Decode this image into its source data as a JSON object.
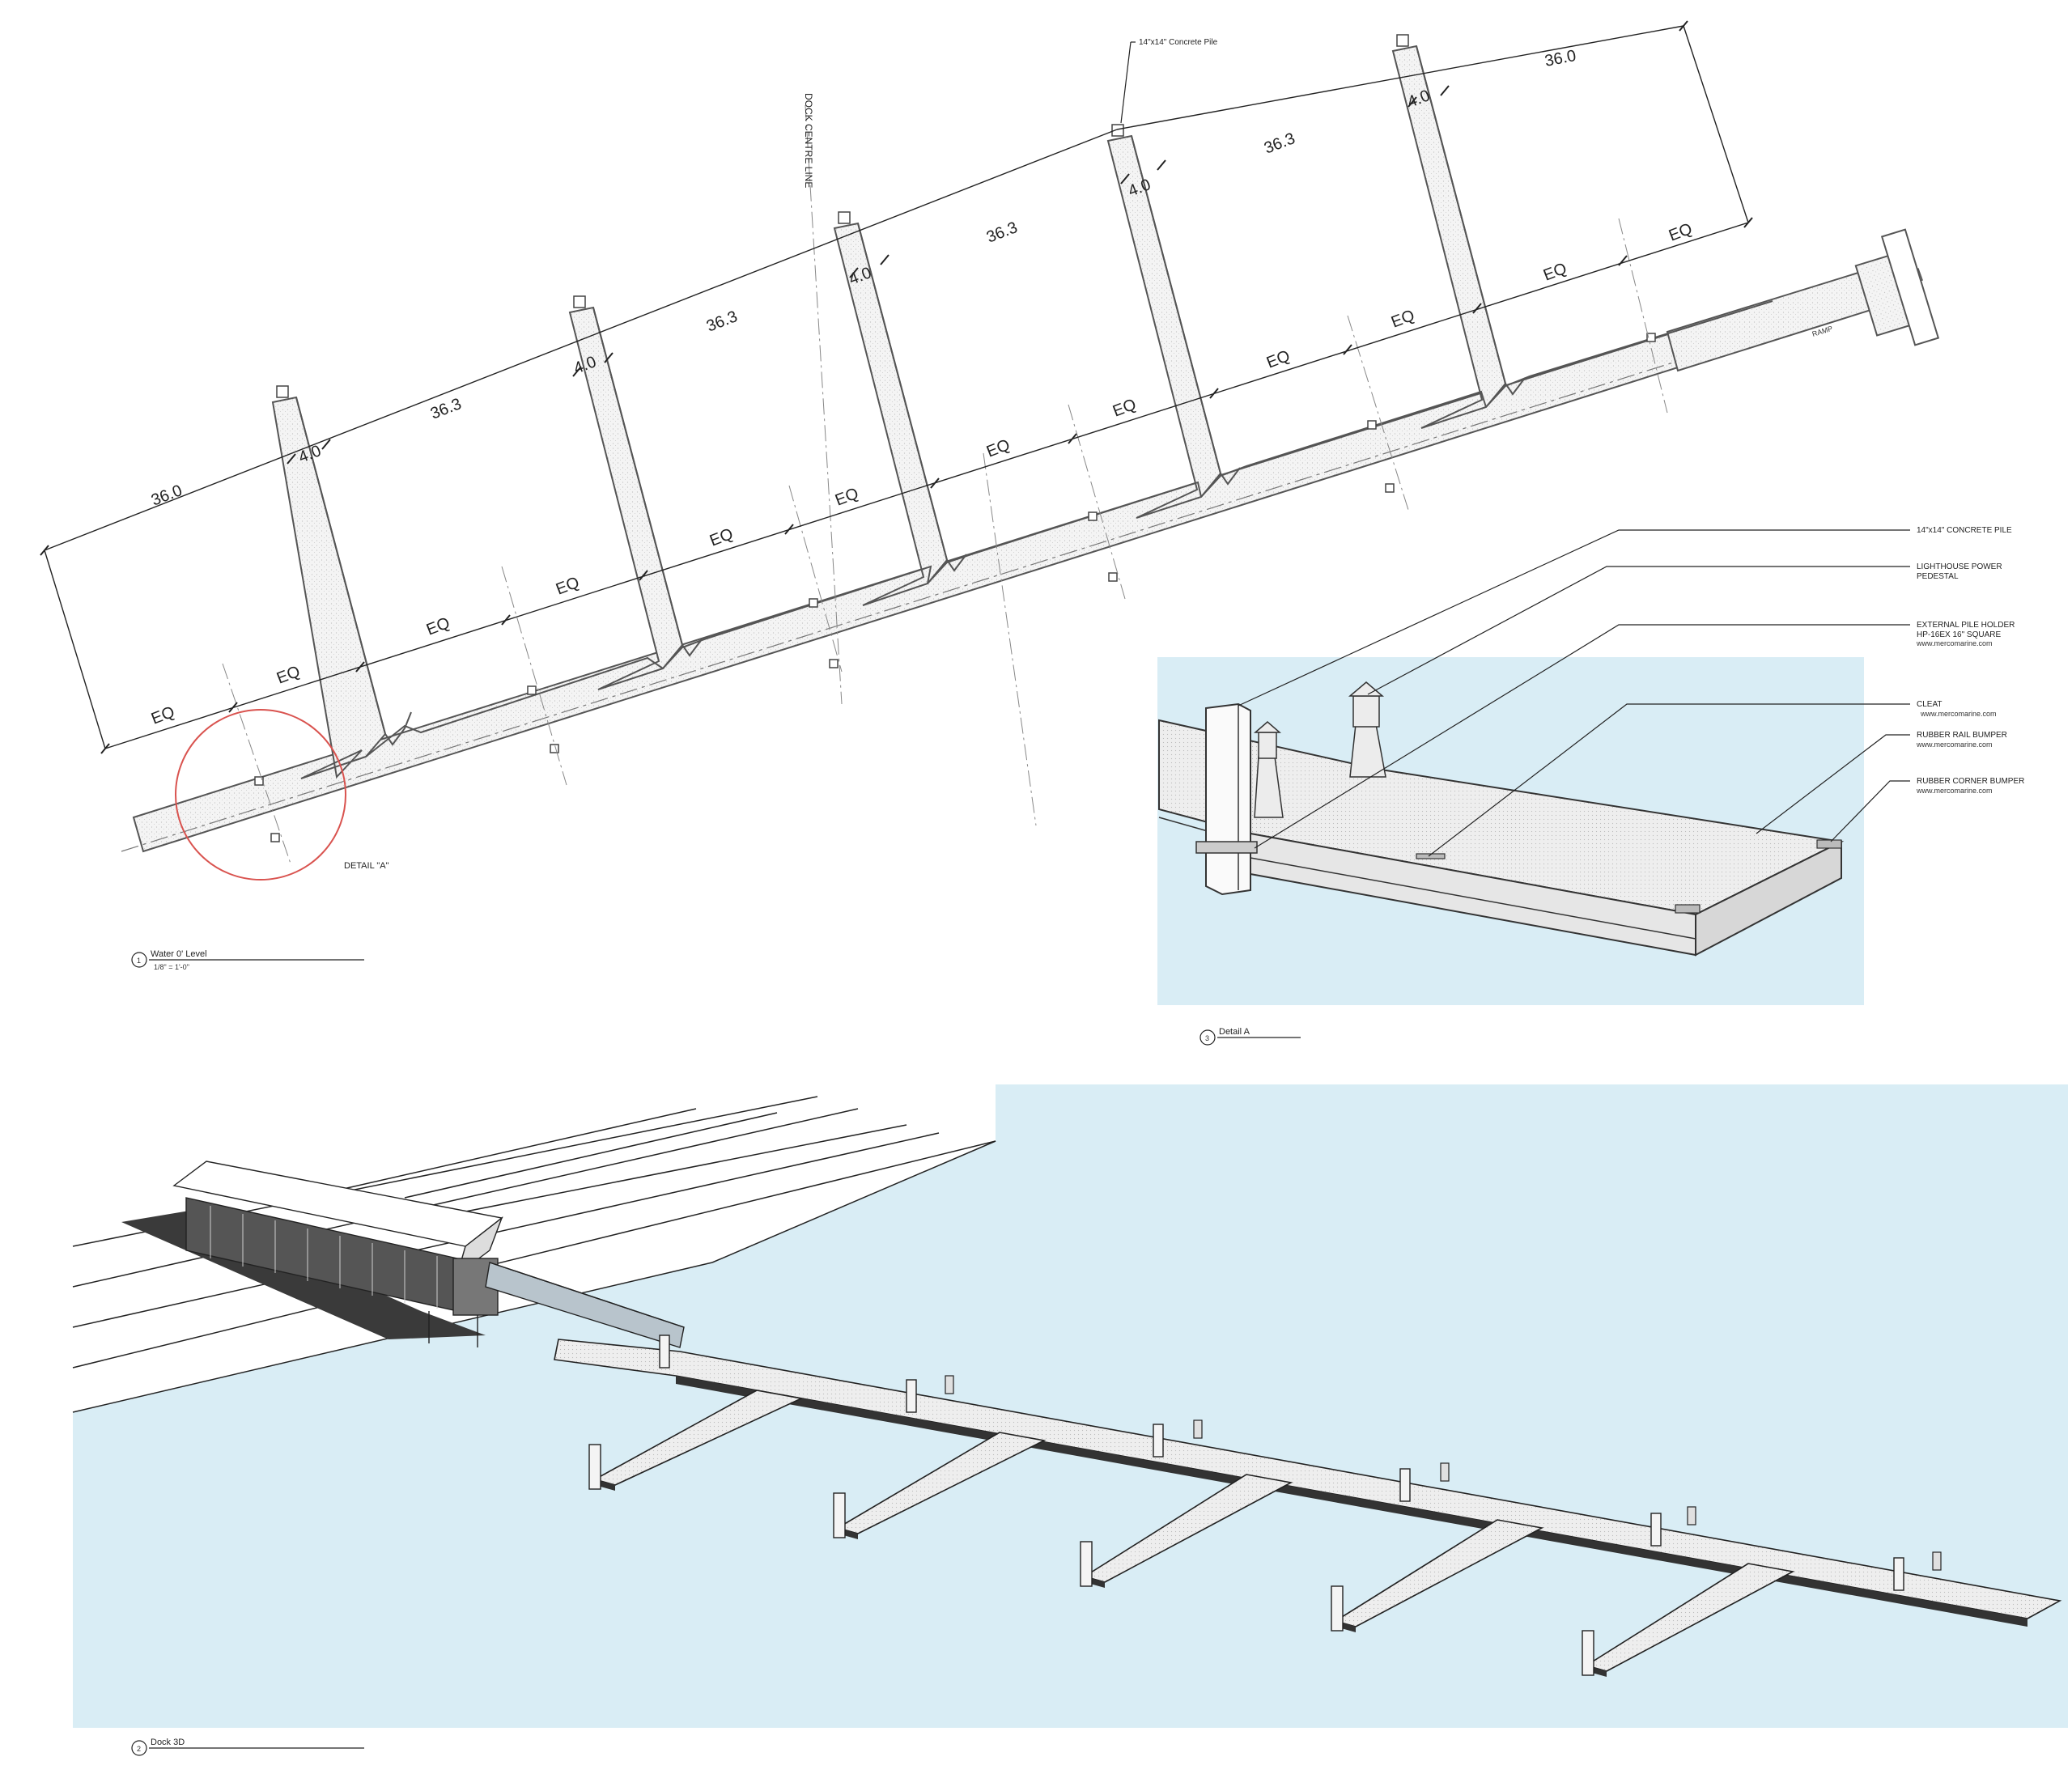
{
  "plan": {
    "top_note": "14\"x14\" Concrete Pile",
    "centreline_label": "DOCK CENTRE LINE",
    "dims_pier_width": [
      "4.0",
      "4.0",
      "4.0",
      "4.0",
      "4.0"
    ],
    "dims_spacing": [
      "36.0",
      "36.3",
      "36.3",
      "36.3",
      "36.3",
      "36.0"
    ],
    "dims_eq": "EQ",
    "detail_callout": "DETAIL \"A\"",
    "ramp_note": "RAMP",
    "view_number": "1",
    "view_title": "Water 0' Level",
    "view_scale": "1/8\" = 1'-0\""
  },
  "detail": {
    "labels": [
      {
        "title": "14\"x14\" CONCRETE PILE",
        "sub": ""
      },
      {
        "title": "LIGHTHOUSE POWER",
        "title2": "PEDESTAL",
        "sub": ""
      },
      {
        "title": "EXTERNAL PILE HOLDER",
        "title2": "HP-16EX 16\" SQUARE",
        "sub": "www.mercomarine.com"
      },
      {
        "title": "CLEAT",
        "sub": "www.mercomarine.com"
      },
      {
        "title": "RUBBER RAIL BUMPER",
        "sub": "www.mercomarine.com"
      },
      {
        "title": "RUBBER CORNER BUMPER",
        "sub": "www.mercomarine.com"
      }
    ],
    "view_number": "3",
    "view_title": "Detail A"
  },
  "iso": {
    "view_number": "2",
    "view_title": "Dock 3D"
  },
  "colors": {
    "water": "#d9edf5",
    "line": "#333333",
    "callout": "#d9534f",
    "deck": "#f2f2f2"
  }
}
